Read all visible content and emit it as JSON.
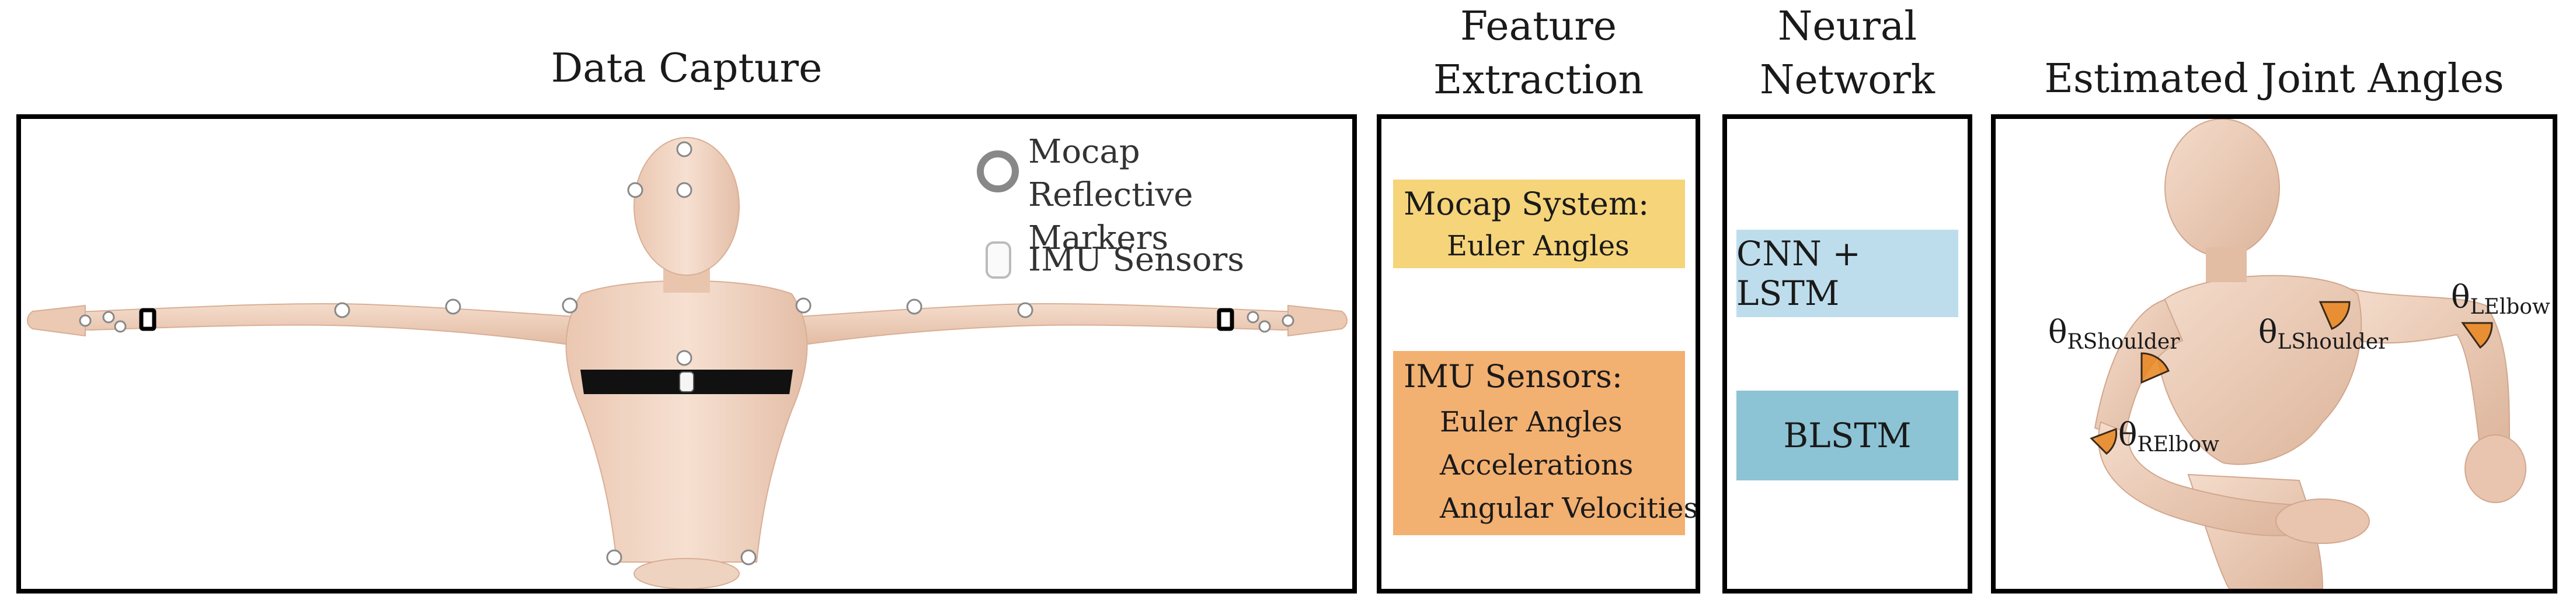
{
  "sections": {
    "data_capture": {
      "title": "Data Capture",
      "legend": {
        "markers": "Mocap Reflective Markers",
        "imu": "IMU Sensors"
      }
    },
    "feature_extraction": {
      "title_line1": "Feature",
      "title_line2": "Extraction",
      "mocap_box": {
        "title": "Mocap System:",
        "items": [
          "Euler Angles"
        ],
        "color": "#F5D47A"
      },
      "imu_box": {
        "title": "IMU Sensors:",
        "items": [
          "Euler Angles",
          "Accelerations",
          "Angular Velocities"
        ],
        "color": "#F2B071"
      }
    },
    "neural_network": {
      "title_line1": "Neural",
      "title_line2": "Network",
      "models": [
        {
          "label": "CNN + LSTM",
          "color": "#BEDDEC"
        },
        {
          "label": "BLSTM",
          "color": "#8CC3D5"
        }
      ]
    },
    "estimated_angles": {
      "title": "Estimated Joint Angles",
      "angles": [
        {
          "symbol": "θ",
          "sub": "RShoulder"
        },
        {
          "symbol": "θ",
          "sub": "LShoulder"
        },
        {
          "symbol": "θ",
          "sub": "LElbow"
        },
        {
          "symbol": "θ",
          "sub": "RElbow"
        }
      ],
      "angle_color": "#E8851E"
    }
  }
}
